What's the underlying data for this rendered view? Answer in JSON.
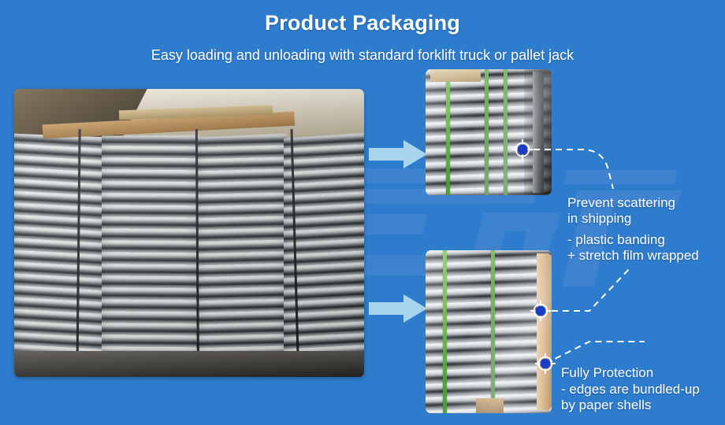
{
  "page": {
    "title": "Product Packaging",
    "subtitle": "Easy loading and unloading with standard forklift truck or pallet jack",
    "background_color": "#2e7ccd",
    "text_color": "#ffffff",
    "arrow_color": "#a8d4ef",
    "marker_color": "#1a3fc4",
    "strap_color": "#5fae3c"
  },
  "watermark": {
    "text": "ETR",
    "color": "#3d83d0"
  },
  "photos": {
    "main": {
      "caption": "Stacked galvanized steel scaffolding frames in warehouse"
    },
    "inset_top": {
      "caption": "Bundle of steel tubes with green plastic banding and stretch film"
    },
    "inset_bottom": {
      "caption": "Wrapped bundle with paper shell edge protection on pallet"
    }
  },
  "annotations": [
    {
      "id": "prevent-scattering",
      "heading_lines": [
        "Prevent scattering",
        "in shipping"
      ],
      "detail_lines": [
        "- plastic banding",
        "+ stretch film wrapped"
      ]
    },
    {
      "id": "fully-protection",
      "heading_lines": [
        "Fully Protection"
      ],
      "detail_lines": [
        "- edges are bundled-up",
        "by paper shells"
      ]
    }
  ],
  "markers": [
    {
      "id": "marker-top",
      "label": "callout-point-banding"
    },
    {
      "id": "marker-bottom-1",
      "label": "callout-point-film"
    },
    {
      "id": "marker-bottom-2",
      "label": "callout-point-paper-shell"
    }
  ],
  "arrows": [
    {
      "id": "arrow-top",
      "label": "points-to-top-inset"
    },
    {
      "id": "arrow-bottom",
      "label": "points-to-bottom-inset"
    }
  ]
}
